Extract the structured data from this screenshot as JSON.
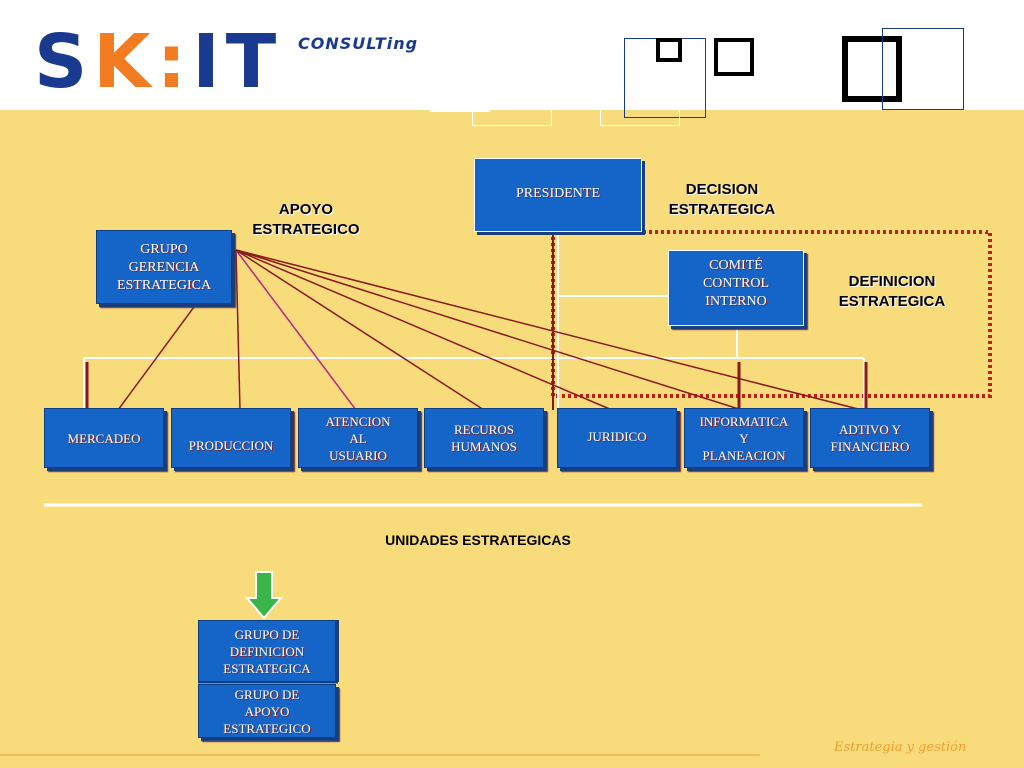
{
  "header": {
    "logo_left": "S",
    "logo_k": "K",
    "logo_colon": ":",
    "logo_right": "IT",
    "consulting": "CONSULTing",
    "placeholder_glyph": ""
  },
  "diagram": {
    "presidente": "PRESIDENTE",
    "decision": "DECISION\nESTRATEGICA",
    "apoyo": "APOYO\nESTRATEGICO",
    "grupo_gerencia": "GRUPO\nGERENCIA\nESTRATEGICA",
    "comite": "COMITÉ\nCONTROL\nINTERNO",
    "definicion": "DEFINICION\nESTRATEGICA",
    "units": [
      "MERCADEO",
      "PRODUCCION",
      "ATENCION\nAL\nUSUARIO",
      "RECUROS\nHUMANOS",
      "JURIDICO",
      "INFORMATICA\nY\nPLANEACION",
      "ADTIVO Y\nFINANCIERO"
    ],
    "unidades": "UNIDADES ESTRATEGICAS",
    "legend_definicion": "GRUPO DE\nDEFINICION\nESTRATEGICA",
    "legend_apoyo": "GRUPO DE\nAPOYO\nESTRATEGICO"
  },
  "footer": {
    "text": "Estrategia y gestión"
  },
  "colors": {
    "background": "#f8dc7c",
    "box_blue": "#1565c8",
    "line_red": "#8a1a1a",
    "dotted_red": "#c0201a",
    "logo_blue": "#1a3a8f",
    "logo_orange": "#f47c20"
  }
}
